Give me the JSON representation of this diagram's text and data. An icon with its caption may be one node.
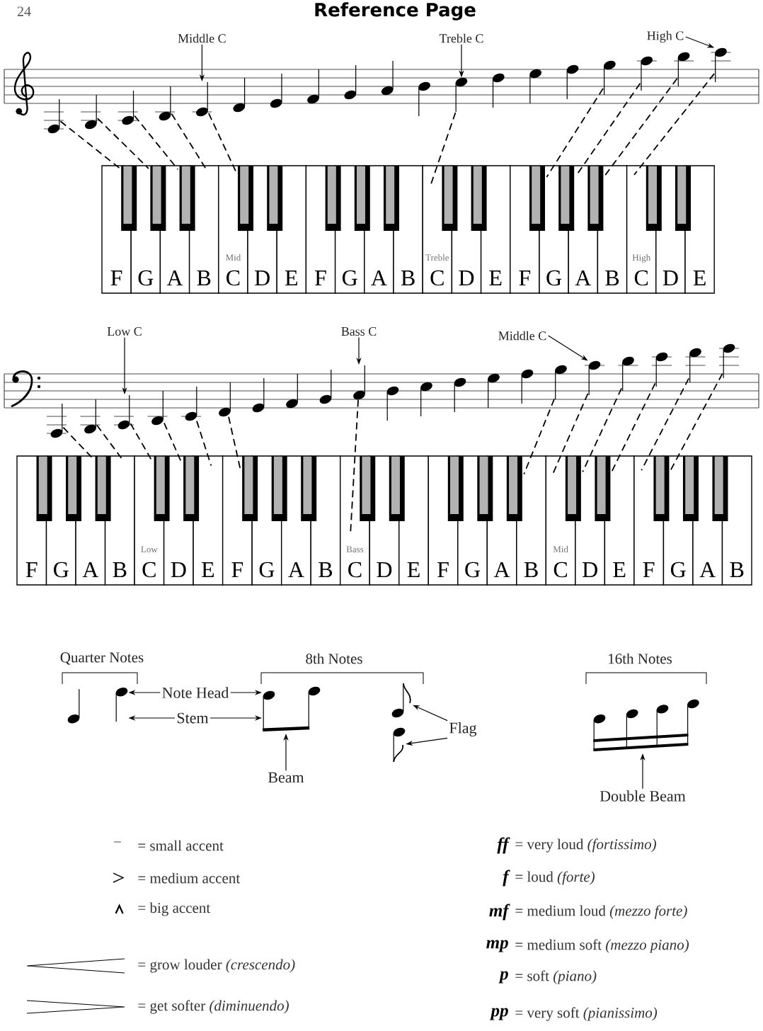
{
  "diagram": {
    "title": "Reference Page",
    "nodes": [
      {
        "text": [
          "Middle C"
        ]
      },
      {
        "text": [
          "Treble C"
        ]
      },
      {
        "text": [
          "High C"
        ]
      },
      {
        "text": [],
        "shape": "note"
      },
      {
        "text": [],
        "shape": "note"
      },
      {
        "text": [],
        "shape": "note"
      },
      {
        "text": [],
        "shape": "note"
      },
      {
        "text": [],
        "shape": "note"
      },
      {
        "text": [],
        "shape": "note"
      },
      {
        "text": [],
        "shape": "note"
      },
      {
        "text": [],
        "shape": "note"
      },
      {
        "text": [],
        "shape": "note"
      },
      {
        "text": [],
        "shape": "note"
      },
      {
        "text": [],
        "shape": "note"
      },
      {
        "text": [],
        "shape": "note"
      },
      {
        "text": [],
        "shape": "note"
      },
      {
        "text": [],
        "shape": "note"
      },
      {
        "text": [],
        "shape": "note"
      },
      {
        "text": [],
        "shape": "note"
      },
      {
        "text": [],
        "shape": "note"
      },
      {
        "text": [],
        "shape": "note"
      },
      {
        "text": [],
        "shape": "note"
      },
      {
        "text": [
          "F"
        ]
      },
      {
        "text": [
          "G"
        ]
      },
      {
        "text": [
          "A"
        ]
      },
      {
        "text": [
          "B"
        ]
      },
      {
        "text": [
          "Mid",
          "C"
        ]
      },
      {
        "text": [
          "D"
        ]
      },
      {
        "text": [
          "E"
        ]
      },
      {
        "text": [
          "F"
        ]
      },
      {
        "text": [
          "G"
        ]
      },
      {
        "text": [
          "A"
        ]
      },
      {
        "text": [
          "B"
        ]
      },
      {
        "text": [
          "Treble",
          "C"
        ]
      },
      {
        "text": [
          "D"
        ]
      },
      {
        "text": [
          "E"
        ]
      },
      {
        "text": [
          "F"
        ]
      },
      {
        "text": [
          "G"
        ]
      },
      {
        "text": [
          "A"
        ]
      },
      {
        "text": [
          "B"
        ]
      },
      {
        "text": [
          "High",
          "C"
        ]
      },
      {
        "text": [
          "D"
        ]
      },
      {
        "text": [
          "E"
        ]
      },
      {
        "text": [
          "Low C"
        ]
      },
      {
        "text": [
          "Bass C"
        ]
      },
      {
        "text": [
          "Middle C"
        ]
      },
      {
        "text": [],
        "shape": "note"
      },
      {
        "text": [],
        "shape": "note"
      },
      {
        "text": [],
        "shape": "note"
      },
      {
        "text": [],
        "shape": "note"
      },
      {
        "text": [],
        "shape": "note"
      },
      {
        "text": [],
        "shape": "note"
      },
      {
        "text": [],
        "shape": "note"
      },
      {
        "text": [],
        "shape": "note"
      },
      {
        "text": [],
        "shape": "note"
      },
      {
        "text": [],
        "shape": "note"
      },
      {
        "text": [],
        "shape": "note"
      },
      {
        "text": [],
        "shape": "note"
      },
      {
        "text": [],
        "shape": "note"
      },
      {
        "text": [],
        "shape": "note"
      },
      {
        "text": [],
        "shape": "note"
      },
      {
        "text": [],
        "shape": "note"
      },
      {
        "text": [],
        "shape": "note"
      },
      {
        "text": [],
        "shape": "note"
      },
      {
        "text": [],
        "shape": "note"
      },
      {
        "text": [],
        "shape": "note"
      },
      {
        "text": [],
        "shape": "note"
      },
      {
        "text": [
          "F"
        ]
      },
      {
        "text": [
          "G"
        ]
      },
      {
        "text": [
          "A"
        ]
      },
      {
        "text": [
          "B"
        ]
      },
      {
        "text": [
          "Low",
          "C"
        ]
      },
      {
        "text": [
          "D"
        ]
      },
      {
        "text": [
          "E"
        ]
      },
      {
        "text": [
          "F"
        ]
      },
      {
        "text": [
          "G"
        ]
      },
      {
        "text": [
          "A"
        ]
      },
      {
        "text": [
          "B"
        ]
      },
      {
        "text": [
          "Bass",
          "C"
        ]
      },
      {
        "text": [
          "D"
        ]
      },
      {
        "text": [
          "E"
        ]
      },
      {
        "text": [
          "F"
        ]
      },
      {
        "text": [
          "G"
        ]
      },
      {
        "text": [
          "A"
        ]
      },
      {
        "text": [
          "B"
        ]
      },
      {
        "text": [
          "Mid",
          "C"
        ]
      },
      {
        "text": [
          "D"
        ]
      },
      {
        "text": [
          "E"
        ]
      },
      {
        "text": [
          "F"
        ]
      },
      {
        "text": [
          "G"
        ]
      },
      {
        "text": [
          "A"
        ]
      },
      {
        "text": [
          "B"
        ]
      },
      {
        "text": [],
        "shape": "note"
      },
      {
        "text": [],
        "shape": "note"
      },
      {
        "text": [
          "Note Head"
        ]
      },
      {
        "text": [
          "Stem"
        ]
      },
      {
        "text": [],
        "shape": "picture"
      },
      {
        "text": [],
        "shape": "note"
      },
      {
        "text": [],
        "shape": "note"
      },
      {
        "text": [
          "Flag"
        ]
      },
      {
        "text": [],
        "shape": "picture"
      },
      {
        "text": [
          "Beam"
        ]
      },
      {
        "text": [
          "Double Beam"
        ]
      }
    ],
    "edges": [
      {
        "from": 0,
        "to": 7,
        "arrow": "to"
      },
      {
        "from": 1,
        "to": 14,
        "arrow": "to"
      },
      {
        "from": 2,
        "to": 21,
        "arrow": "to"
      },
      {
        "from": 3,
        "to": 22,
        "arrow": "none",
        "style": "dashed"
      },
      {
        "from": 4,
        "to": 23,
        "arrow": "none",
        "style": "dashed"
      },
      {
        "from": 5,
        "to": 24,
        "arrow": "none",
        "style": "dashed"
      },
      {
        "from": 6,
        "to": 25,
        "arrow": "none",
        "style": "dashed"
      },
      {
        "from": 7,
        "to": 26,
        "arrow": "none",
        "style": "dashed"
      },
      {
        "from": 14,
        "to": 33,
        "arrow": "none",
        "style": "dashed"
      },
      {
        "from": 18,
        "to": 37,
        "arrow": "none",
        "style": "dashed"
      },
      {
        "from": 19,
        "to": 38,
        "arrow": "none",
        "style": "dashed"
      },
      {
        "from": 20,
        "to": 39,
        "arrow": "none",
        "style": "dashed"
      },
      {
        "from": 21,
        "to": 40,
        "arrow": "none",
        "style": "dashed"
      },
      {
        "from": 43,
        "to": 48,
        "arrow": "to"
      },
      {
        "from": 44,
        "to": 55,
        "arrow": "to"
      },
      {
        "from": 45,
        "to": 62,
        "arrow": "to"
      },
      {
        "from": 46,
        "to": 69,
        "arrow": "none",
        "style": "dashed"
      },
      {
        "from": 47,
        "to": 70,
        "arrow": "none",
        "style": "dashed"
      },
      {
        "from": 48,
        "to": 71,
        "arrow": "none",
        "style": "dashed"
      },
      {
        "from": 49,
        "to": 72,
        "arrow": "none",
        "style": "dashed"
      },
      {
        "from": 50,
        "to": 73,
        "arrow": "none",
        "style": "dashed"
      },
      {
        "from": 51,
        "to": 74,
        "arrow": "none",
        "style": "dashed"
      },
      {
        "from": 55,
        "to": 78,
        "arrow": "none",
        "style": "dashed"
      },
      {
        "from": 61,
        "to": 84,
        "arrow": "none",
        "style": "dashed"
      },
      {
        "from": 62,
        "to": 85,
        "arrow": "none",
        "style": "dashed"
      },
      {
        "from": 63,
        "to": 86,
        "arrow": "none",
        "style": "dashed"
      },
      {
        "from": 64,
        "to": 87,
        "arrow": "none",
        "style": "dashed"
      },
      {
        "from": 65,
        "to": 88,
        "arrow": "none",
        "style": "dashed"
      },
      {
        "from": 66,
        "to": 89,
        "arrow": "none",
        "style": "dashed"
      },
      {
        "from": 94,
        "to": 93,
        "arrow": "to"
      },
      {
        "from": 94,
        "to": 96,
        "arrow": "to"
      },
      {
        "from": 95,
        "to": 93,
        "arrow": "to"
      },
      {
        "from": 95,
        "to": 96,
        "arrow": "to"
      },
      {
        "from": 101,
        "to": 96,
        "arrow": "to"
      },
      {
        "from": 99,
        "to": 97,
        "arrow": "to"
      },
      {
        "from": 99,
        "to": 98,
        "arrow": "to"
      },
      {
        "from": 102,
        "to": 100,
        "arrow": "to"
      }
    ],
    "labels": [
      "24",
      "Quarter Notes",
      "8th Notes",
      "16th Notes",
      "= small accent",
      "= medium accent",
      "= big accent",
      "= grow louder *(crescendo)*",
      "= get softer *(diminuendo)*",
      "ff",
      "= very loud *(fortissimo)*",
      "f",
      "= loud *(forte)*",
      "mf",
      "= medium loud *(mezzo forte)*",
      "mp",
      "= medium soft *(mezzo piano)*",
      "p",
      "= soft *(piano)*",
      "pp",
      "= very soft *(pianissimo)*"
    ]
  }
}
